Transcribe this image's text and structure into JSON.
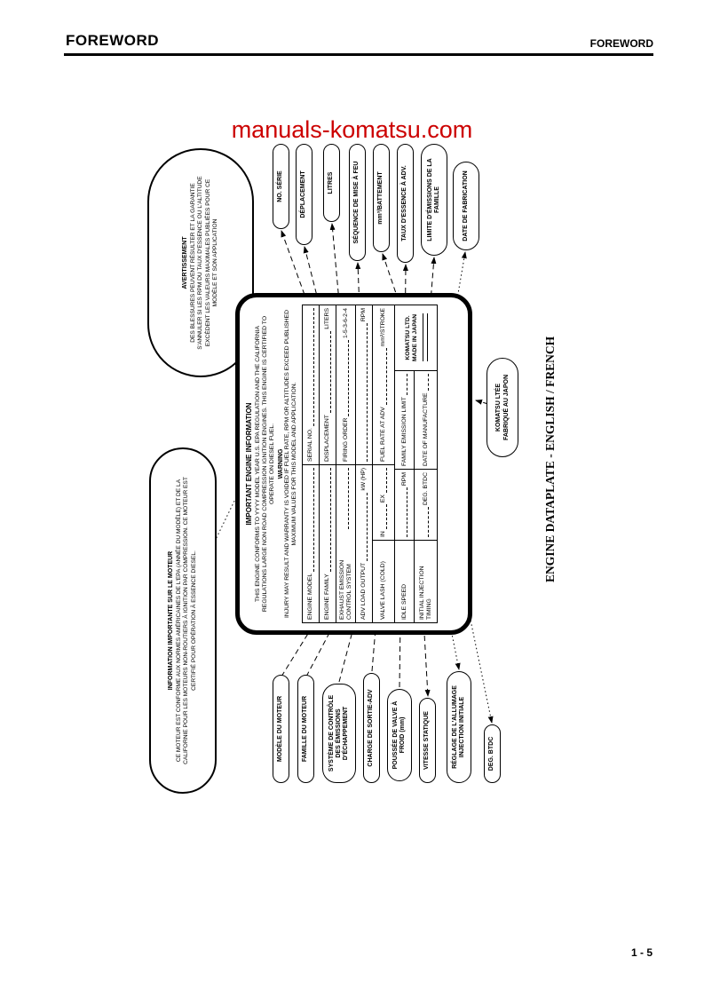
{
  "header": {
    "left": "FOREWORD",
    "right": "FOREWORD"
  },
  "watermark": {
    "text": "manuals-komatsu.com",
    "color": "#cc0000"
  },
  "footer": {
    "page_number": "1 - 5"
  },
  "figure": {
    "caption": "ENGINE DATAPLATE - ENGLISH / FRENCH",
    "plate": {
      "title": "IMPORTANT ENGINE INFORMATION",
      "intro": "THIS ENGINE CONFORMS TO YYYY MODEL YEAR U.S. EPA REGULATION AND THE CALIFORNIA REGULATIONS LARGE NON ROAD COMPRESSION IGNITION ENGINES. THIS ENGINE IS CERTIFIED TO OPERATE ON DIESEL FUEL.",
      "warning_title": "WARNING",
      "warning": "INJURY MAY RESULT AND WARRANTY IS VOIDED IF FUEL RATE, RPM OR ALTITUDES EXCEED PUBLISHED MAXIMUM VALUES FOR THIS MODEL AND APPLICATION.",
      "fields": {
        "engine_model": "ENGINE MODEL",
        "serial_no": "SERIAL NO.",
        "engine_family": "ENGINE FAMILY",
        "displacement": "DISPLACEMENT",
        "liters": "LITERS",
        "exhaust": "EXHAUST EMISSION CONTROL SYSTEM",
        "firing_order": "FIRING ORDER",
        "firing_order_value": "1-5-3-6-2-4",
        "adv_load": "ADV LOAD OUTPUT",
        "kw_hp": "kW (HP)",
        "rpm": "RPM",
        "valve_lash": "VALVE LASH (COLD)",
        "in": "IN",
        "ex": "EX",
        "fuel_rate": "FUEL RATE AT ADV",
        "mm3_stroke": "mm³/STROKE",
        "idle_speed": "IDLE SPEED",
        "idle_rpm": "RPM",
        "family_emission": "FAMILY EMISSION LIMIT",
        "initial_injection": "INITIAL INJECTION TIMING",
        "deg_btdc": "DEG. BTDC",
        "date_of_manufacture": "DATE OF MANUFACTURE",
        "maker_line1": "KOMATSU LTD.",
        "maker_line2": "MADE IN JAPAN"
      }
    },
    "callouts": {
      "info_fr": {
        "title": "INFORMATION IMPORTANTE SUR LE MOTEUR",
        "body": "CE MOTEUR EST CONFORME AUX NORMES AMÉRICAINES DE L'EPA (ANNÉE DU MODÈLE) ET DE LA CALIFORNIE POUR LES MOTEURS NON-ROUTIERS À IGNITION PAR COMPRESSION. CE MOTEUR EST CERTIFIÉ POUR OPÉRATION À ESSENCE DIESEL."
      },
      "warning_fr": {
        "title": "AVERTISSEMENT",
        "body": "DES BLESSURES PEUVENT RÉSULTER ET LA GARANTIE S'ANNULER SI LES RPM DU TAUX D'ESSENCE OU L'ALTITUDE EXCÈDENT LES VALEURS MAXIMALES PUBLIÉES POUR CE MODÈLE ET SON APPLICATION"
      },
      "maker_fr": {
        "line1": "KOMATSU LTÉE",
        "line2": "FABRIQUÉ AU JAPON"
      },
      "right": [
        "NO. SÉRIE",
        "DÉPLACEMENT",
        "LITRES",
        "SÉQUENCE DE MISE À FEU",
        "mm³/BATTEMENT",
        "TAUX D'ESSENCE À ADV.",
        "LIMITE D'ÉMISSIONS DE LA FAMILLE",
        "DATE DE FABRICATION"
      ],
      "left": [
        "MODÈLE DU MOTEUR",
        "FAMILLE DU MOTEUR",
        "SYSTÈME DE CONTRÔLE DES ÉMISSIONS D'ÉCHAPPEMENT",
        "CHARGE DE SORTIE-ADV",
        "POUSSÉE DE VALVE À FROID (mm)",
        "VITESSE STATIQUE",
        "RÉGLAGE DE L'ALLUMAGE INJECTION INITIALE",
        "DEG. BTDC"
      ]
    }
  }
}
